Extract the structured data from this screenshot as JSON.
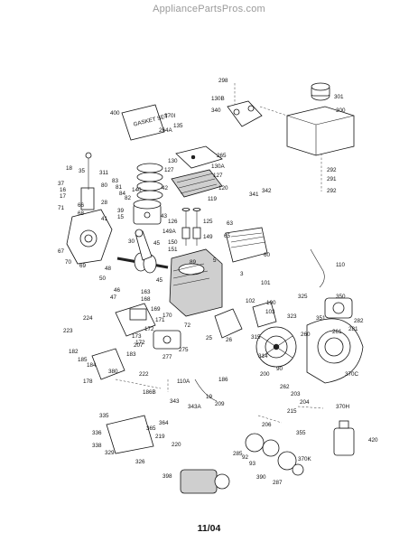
{
  "header": {
    "watermark": "AppliancePartsPros.com"
  },
  "footer": {
    "date_code": "11/04"
  },
  "doc": {
    "box_400_text": "GASKET SET"
  },
  "part_labels": [
    "298",
    "301",
    "130B",
    "300",
    "340",
    "400",
    "370I",
    "135",
    "264A",
    "130",
    "265",
    "130A",
    "127",
    "127",
    "120",
    "119",
    "18",
    "35",
    "311",
    "292",
    "291",
    "292",
    "37",
    "83",
    "81",
    "84",
    "82",
    "140",
    "42",
    "342",
    "341",
    "16",
    "17",
    "80",
    "28",
    "39",
    "41",
    "15",
    "43",
    "126",
    "125",
    "63",
    "149A",
    "149",
    "150",
    "151",
    "71",
    "66",
    "68",
    "67",
    "70",
    "69",
    "65",
    "30",
    "45",
    "60",
    "110",
    "48",
    "50",
    "46",
    "89",
    "47",
    "45",
    "5",
    "3",
    "101",
    "163",
    "168",
    "325",
    "102",
    "100",
    "350",
    "169",
    "170",
    "171",
    "172",
    "173",
    "72",
    "103",
    "351",
    "323",
    "224",
    "172",
    "281",
    "282",
    "261",
    "223",
    "25",
    "26",
    "260",
    "315",
    "182",
    "207",
    "275",
    "314",
    "90",
    "185",
    "277",
    "184",
    "183",
    "380",
    "370C",
    "222",
    "178",
    "110A",
    "186B",
    "186",
    "200",
    "262",
    "203",
    "204",
    "19",
    "209",
    "343",
    "343A",
    "335",
    "364",
    "365",
    "215",
    "370H",
    "206",
    "336",
    "219",
    "355",
    "338",
    "220",
    "329",
    "285",
    "93",
    "92",
    "420",
    "326",
    "370K",
    "398",
    "390",
    "287"
  ]
}
